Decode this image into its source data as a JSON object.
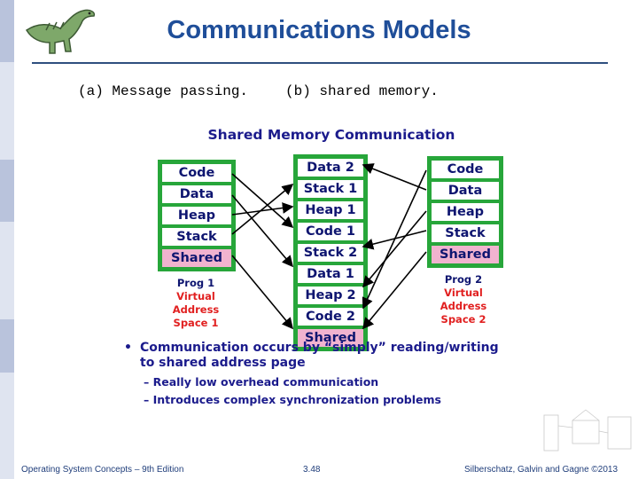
{
  "slide": {
    "title": "Communications Models",
    "caption_a": "(a) Message passing.",
    "caption_b": "(b) shared memory."
  },
  "diagram": {
    "title": "Shared Memory Communication",
    "left_space": {
      "blocks": [
        "Code",
        "Data",
        "Heap",
        "Stack",
        "Shared"
      ],
      "label_prog": "Prog 1",
      "label_lines": [
        "Virtual",
        "Address",
        "Space 1"
      ]
    },
    "physical": {
      "blocks": [
        "Data 2",
        "Stack 1",
        "Heap 1",
        "Code 1",
        "Stack 2",
        "Data 1",
        "Heap 2",
        "Code 2",
        "Shared"
      ]
    },
    "right_space": {
      "blocks": [
        "Code",
        "Data",
        "Heap",
        "Stack",
        "Shared"
      ],
      "label_prog": "Prog 2",
      "label_lines": [
        "Virtual",
        "Address",
        "Space 2"
      ]
    },
    "colors": {
      "border": "#27a63a",
      "shared_fill": "#f1b3cf",
      "text": "#0e1570",
      "label_red": "#e12020",
      "arrow": "#000000"
    }
  },
  "bullets": {
    "main_1": "Communication occurs by “simply” reading/writing",
    "main_2": "to shared address page",
    "sub": [
      "Really low overhead communication",
      "Introduces complex synchronization problems"
    ]
  },
  "footer": {
    "left": "Operating System Concepts – 9th Edition",
    "center": "3.48",
    "right": "Silberschatz, Galvin and Gagne ©2013"
  },
  "theme": {
    "title_color": "#1f4e99",
    "footer_color": "#1f3d7a"
  }
}
